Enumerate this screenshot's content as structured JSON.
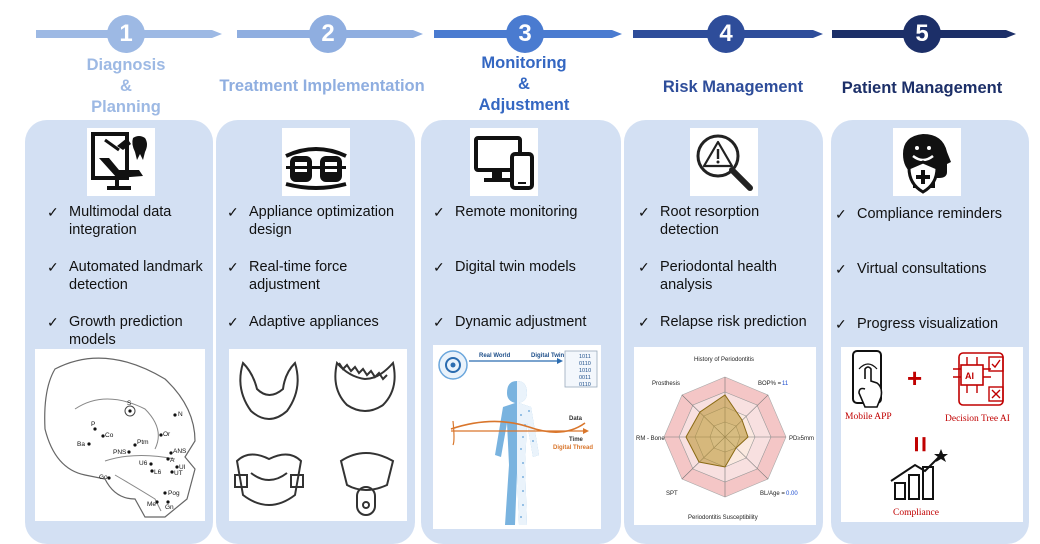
{
  "colors": {
    "s1": "#9db9e4",
    "s2": "#8faee0",
    "s3": "#4a7bd0",
    "s4": "#2e4d9a",
    "s5": "#1c2f68",
    "card": "#d3e0f3"
  },
  "stages": [
    {
      "number": "1",
      "title_lines": [
        "Diagnosis",
        "&",
        "Planning"
      ],
      "icon": "dental-chair-icon",
      "bullets": [
        [
          "Multimodal data",
          "integration"
        ],
        [
          "Automated landmark",
          "detection"
        ],
        [
          "Growth prediction",
          "models"
        ]
      ]
    },
    {
      "number": "2",
      "title_lines": [
        "Treatment Implementation"
      ],
      "icon": "braces-icon",
      "bullets": [
        [
          "Appliance optimization",
          "design"
        ],
        [
          "Real-time force",
          "adjustment"
        ],
        [
          "Adaptive appliances"
        ]
      ]
    },
    {
      "number": "3",
      "title_lines": [
        "Monitoring",
        "&",
        "Adjustment"
      ],
      "icon": "devices-icon",
      "bullets": [
        [
          "Remote monitoring"
        ],
        [
          "Digital twin models"
        ],
        [
          "Dynamic adjustment"
        ]
      ]
    },
    {
      "number": "4",
      "title_lines": [
        "Risk Management"
      ],
      "icon": "risk-search-icon",
      "bullets": [
        [
          "Root resorption",
          "detection"
        ],
        [
          "Periodontal health",
          "analysis"
        ],
        [
          "Relapse risk prediction"
        ]
      ]
    },
    {
      "number": "5",
      "title_lines": [
        "Patient Management"
      ],
      "icon": "patient-shield-icon",
      "bullets": [
        [
          "Compliance reminders"
        ],
        [
          "Virtual consultations"
        ],
        [
          "Progress visualization"
        ]
      ]
    }
  ],
  "ceph_labels": [
    "S",
    "N",
    "P",
    "Or",
    "Ba",
    "Co",
    "Ptm",
    "PNS",
    "ANS",
    "A",
    "UI",
    "U6",
    "L6",
    "UT",
    "Go",
    "Pog",
    "Me",
    "Gn"
  ],
  "twin": {
    "real_world": "Real World",
    "digital_twin": "Digital Twin",
    "data": "Data",
    "time": "Time",
    "digital_thread": "Digital Thread",
    "binary": [
      "1011",
      "0110",
      "1010",
      "0011",
      "0110"
    ]
  },
  "radar": {
    "title": "History of Periodontitis",
    "bottom": "Periodontitis Susceptibility",
    "axes": [
      "BOP% =",
      "PD≥5mm",
      "BL/Age =",
      "SPT",
      "RM - Bone",
      "Prosthesis"
    ],
    "bop_value": "11",
    "bl_value": "0.00"
  },
  "compliance": {
    "mobile_app": "Mobile APP",
    "decision_tree": "Decision Tree AI",
    "ai": "AI",
    "plus": "+",
    "equals": "=",
    "result": "Compliance"
  }
}
